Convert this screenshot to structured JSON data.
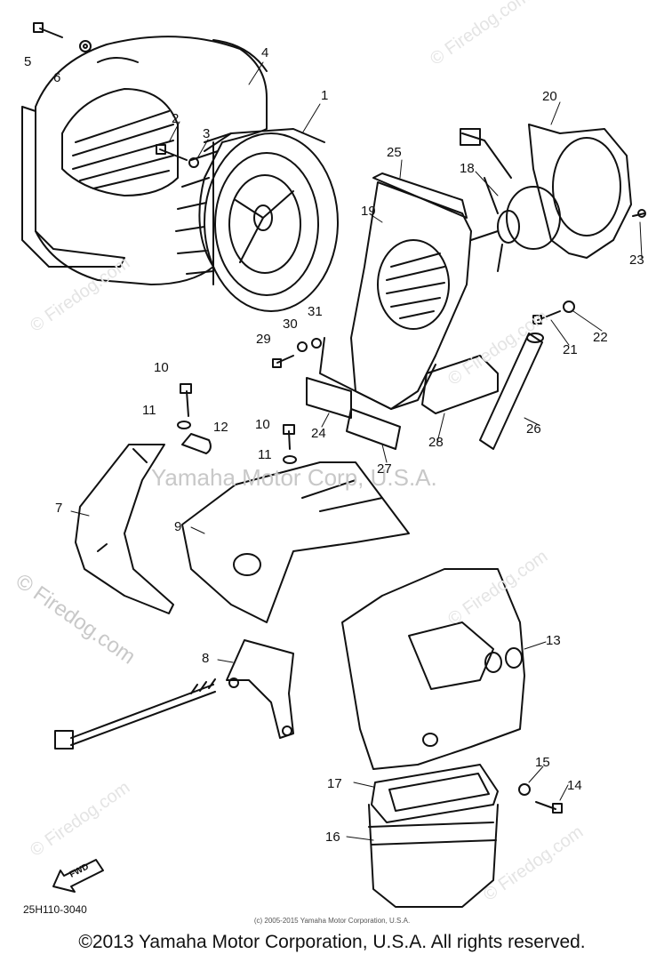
{
  "watermarks": {
    "site": "© Firedog.com",
    "corp": "Yamaha Motor Corp, U.S.A."
  },
  "parts": [
    "1",
    "2",
    "3",
    "4",
    "5",
    "6",
    "7",
    "8",
    "9",
    "10",
    "10",
    "11",
    "11",
    "12",
    "13",
    "14",
    "15",
    "16",
    "17",
    "18",
    "19",
    "20",
    "21",
    "22",
    "23",
    "24",
    "25",
    "26",
    "27",
    "28",
    "29",
    "30",
    "31"
  ],
  "fwd": "FWD",
  "diagram_code": "25H110-3040",
  "small_copyright": "(c) 2005-2015 Yamaha Motor Corporation, U.S.A.",
  "copyright": "©2013 Yamaha Motor Corporation, U.S.A. All rights reserved."
}
